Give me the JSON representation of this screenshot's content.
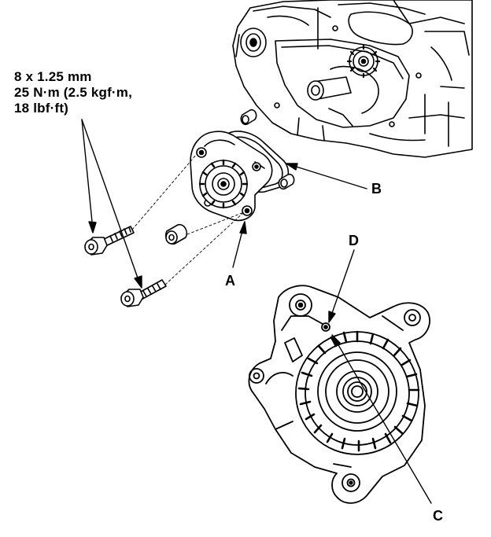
{
  "spec": {
    "line1": "8 x 1.25 mm",
    "line2": "25 N·m (2.5 kgf·m,",
    "line3": "18 lbf·ft)"
  },
  "callouts": {
    "a": "A",
    "b": "B",
    "c": "C",
    "d": "D"
  },
  "colors": {
    "ink": "#000000",
    "paper": "#ffffff"
  }
}
